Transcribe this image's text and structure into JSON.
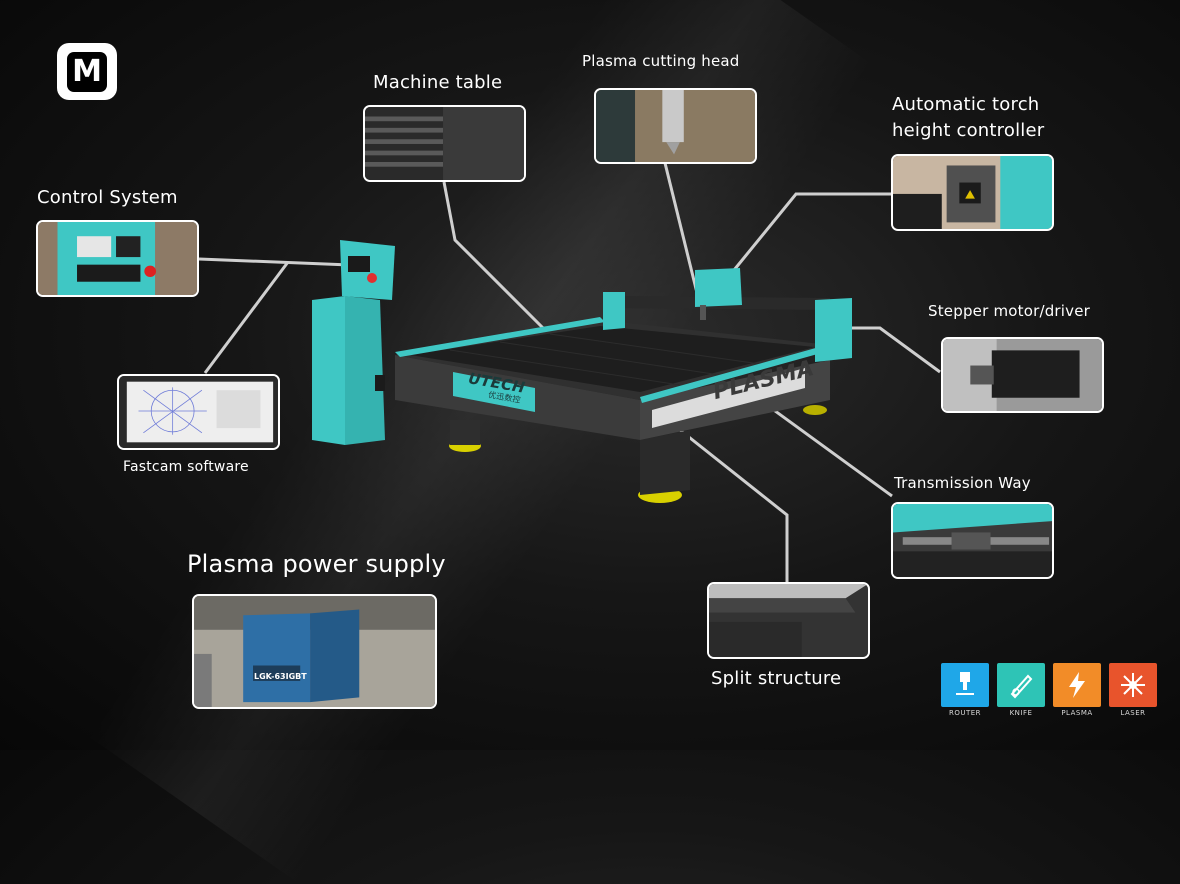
{
  "brand": {
    "logo_letter": "M"
  },
  "labels": {
    "machine_table": "Machine table",
    "plasma_head": "Plasma cutting head",
    "torch_height_line1": "Automatic torch",
    "torch_height_line2": "height controller",
    "control_system": "Control System",
    "stepper": "Stepper motor/driver",
    "fastcam": "Fastcam software",
    "transmission": "Transmission Way",
    "power_supply": "Plasma power supply",
    "split_structure": "Split structure"
  },
  "machine": {
    "brand_text": "UTECH",
    "chinese_text": "优迅数控",
    "side_text": "PLASMA"
  },
  "power_unit_text": "LGK-63IGBT",
  "badges": [
    {
      "name": "ROUTER",
      "color": "#1fa7e8"
    },
    {
      "name": "KNIFE",
      "color": "#2ec4b6"
    },
    {
      "name": "PLASMA",
      "color": "#f28c28"
    },
    {
      "name": "LASER",
      "color": "#e8542c"
    }
  ],
  "colors": {
    "teal": "#3fc7c4",
    "machine_dark": "#3a3a3a",
    "badge_caption": "#d8d8d8"
  }
}
